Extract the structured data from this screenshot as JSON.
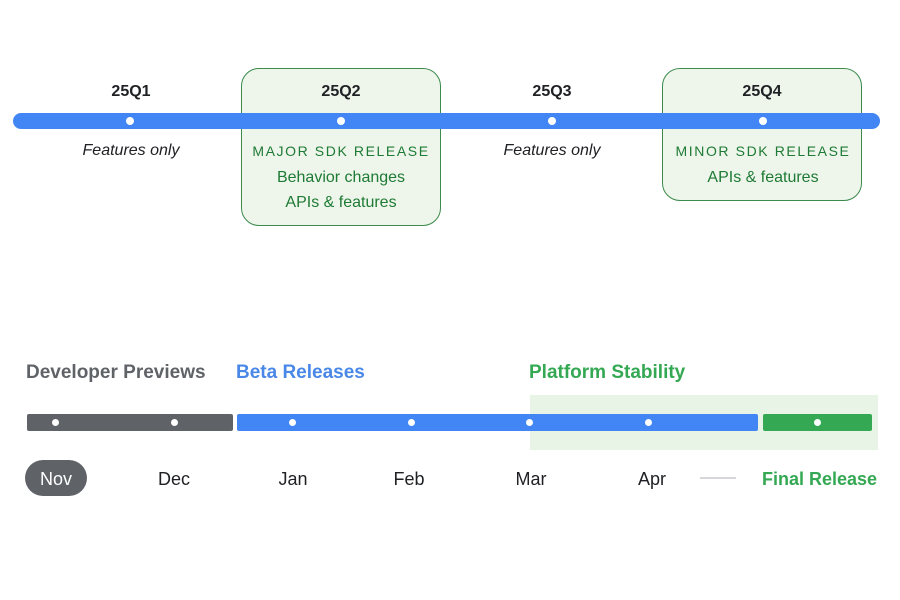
{
  "quarters": [
    {
      "label": "25Q1",
      "kind": "features",
      "text": "Features only"
    },
    {
      "label": "25Q2",
      "kind": "release",
      "release": "MAJOR SDK RELEASE",
      "details": [
        "Behavior changes",
        "APIs & features"
      ]
    },
    {
      "label": "25Q3",
      "kind": "features",
      "text": "Features only"
    },
    {
      "label": "25Q4",
      "kind": "release",
      "release": "MINOR SDK RELEASE",
      "details": [
        "APIs & features"
      ]
    }
  ],
  "phases": {
    "developer_previews": "Developer Previews",
    "beta_releases": "Beta Releases",
    "platform_stability": "Platform Stability"
  },
  "months": [
    "Nov",
    "Dec",
    "Jan",
    "Feb",
    "Mar",
    "Apr"
  ],
  "final_release": "Final Release",
  "colors": {
    "blue": "#4285f4",
    "gray": "#5f6368",
    "green": "#34a853",
    "dark_green": "#1e7a34",
    "stability_bg": "#e8f5e6"
  }
}
